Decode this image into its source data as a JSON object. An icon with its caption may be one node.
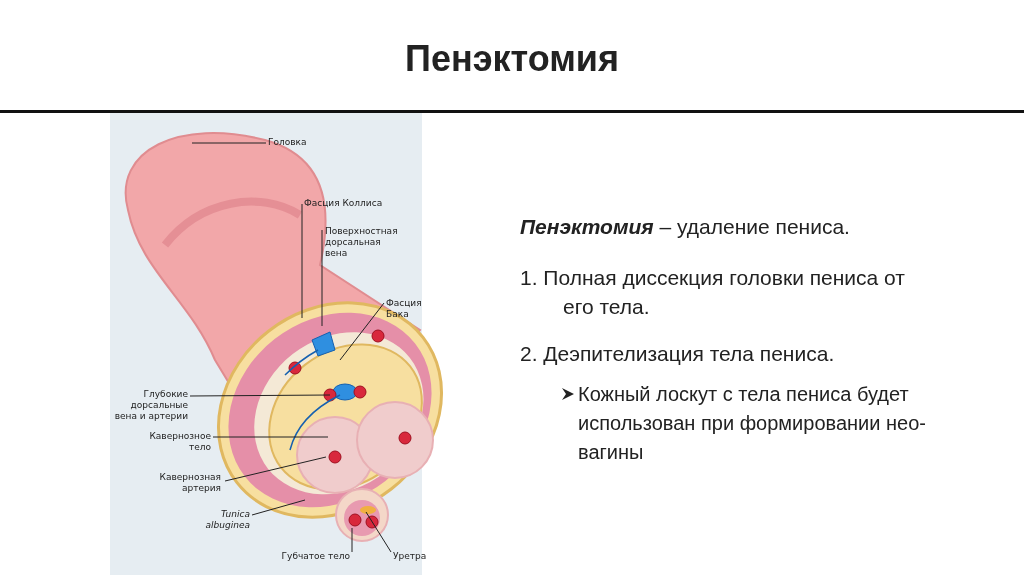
{
  "diagram": {
    "title": "Пенэктомия",
    "nodes": [
      {
        "text": [
          "Головка"
        ]
      },
      {
        "text": [
          "Фасция Коллиса"
        ]
      },
      {
        "text": [
          "Поверхностная дорсальная вена"
        ]
      },
      {
        "text": [
          "Фасция Бака"
        ]
      },
      {
        "text": [
          "Глубокие дорсальные вена и артерии"
        ]
      },
      {
        "text": [
          "Кавернозное тело"
        ]
      },
      {
        "text": [
          "Кавернозная артерия"
        ]
      },
      {
        "text": [
          "Tunica albuginea"
        ]
      },
      {
        "text": [
          "Губчатое тело"
        ]
      },
      {
        "text": [
          "Уретра"
        ]
      }
    ],
    "edges": [
      {
        "from": 0,
        "to": null,
        "arrow": "none"
      },
      {
        "from": 1,
        "to": null,
        "arrow": "none"
      },
      {
        "from": 2,
        "to": null,
        "arrow": "none"
      },
      {
        "from": 3,
        "to": null,
        "arrow": "none"
      },
      {
        "from": 4,
        "to": null,
        "arrow": "none"
      },
      {
        "from": 5,
        "to": null,
        "arrow": "none"
      },
      {
        "from": 6,
        "to": null,
        "arrow": "none"
      },
      {
        "from": 7,
        "to": null,
        "arrow": "none"
      },
      {
        "from": 8,
        "to": null,
        "arrow": "none"
      },
      {
        "from": 9,
        "to": null,
        "arrow": "none"
      }
    ],
    "labels": [
      "**Пенэктомия** – удаление пениса.",
      "1. Полная диссекция головки пениса от его тела.",
      "2. Деэпителизация тела пениса.",
      "Кожный лоскут с тела пениса будет использован при формировании нео-вагины"
    ]
  }
}
